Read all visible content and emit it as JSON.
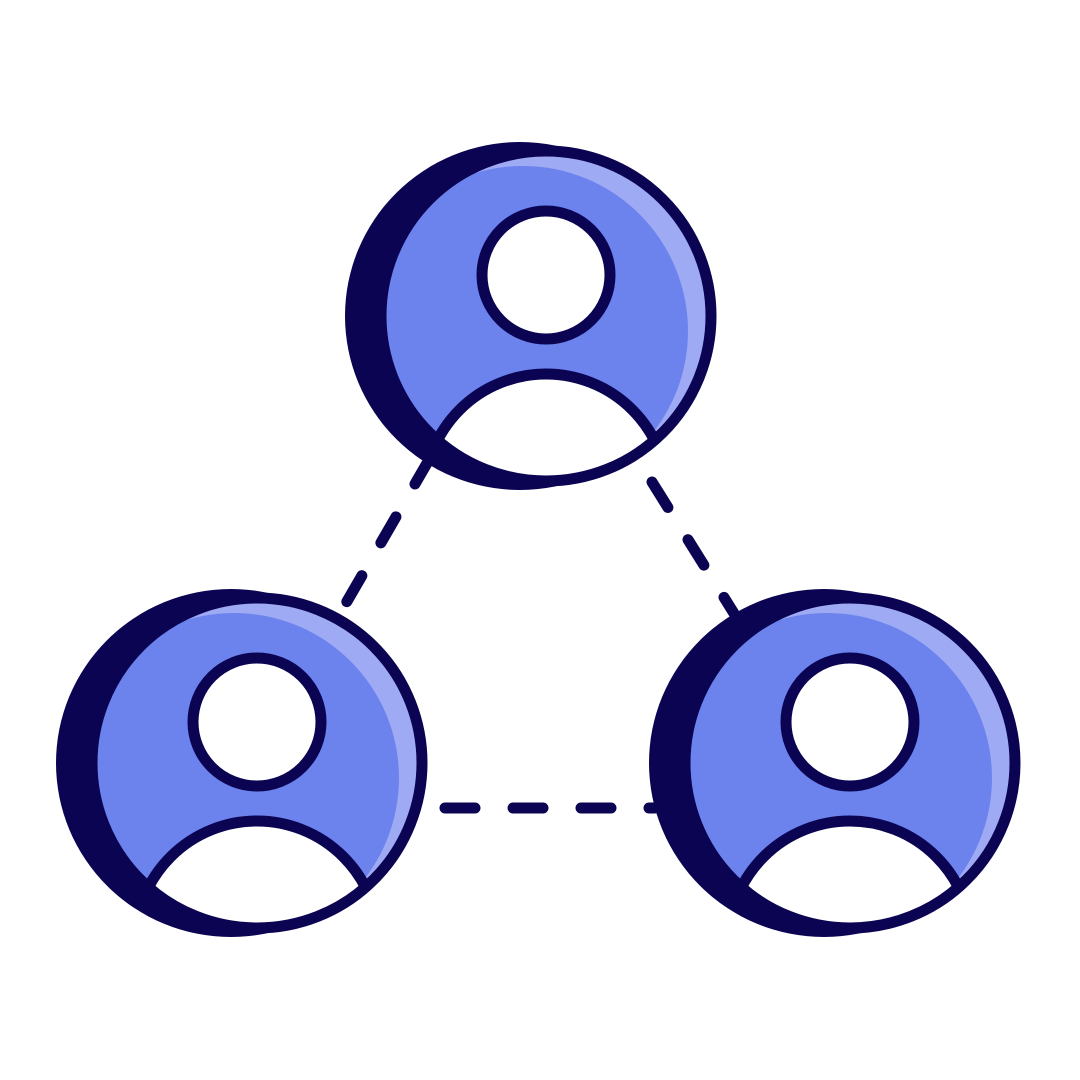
{
  "icon": {
    "name": "user-network-icon",
    "colors": {
      "outline": "#0b0452",
      "fill": "#6c83ee",
      "highlight": "#9eaaf4",
      "head": "#ffffff"
    },
    "nodes": [
      {
        "name": "user-avatar-top"
      },
      {
        "name": "user-avatar-bottom-left"
      },
      {
        "name": "user-avatar-bottom-right"
      }
    ],
    "connections": [
      {
        "name": "connector-top-to-left"
      },
      {
        "name": "connector-top-to-right"
      },
      {
        "name": "connector-left-to-right"
      }
    ]
  }
}
